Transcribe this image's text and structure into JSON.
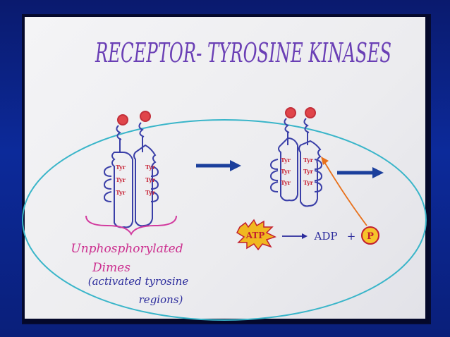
{
  "title": "RECEPTOR- TYROSINE KINASES",
  "tyr_label": "Tyr",
  "dimer_label_line1": "Unphosphorylated",
  "dimer_label_line2": "Dimes",
  "dimer_note_line1": "(activated tyrosine",
  "dimer_note_line2": "regions)",
  "reaction": {
    "atp": "ATP",
    "arrow": "⟶",
    "adp": "ADP",
    "plus": "+",
    "phosphate": "P"
  },
  "colors": {
    "title": "#6a3fb5",
    "receptor": "#3a3fa8",
    "ligand": "#e0454a",
    "tyr": "#c8283a",
    "arrow": "#1b3f9c",
    "membrane": "#39b5c9",
    "bracket": "#d23a9e",
    "magenta_text": "#cc2f8f",
    "note_text": "#2b2b9c",
    "atp_fill": "#f0b820",
    "atp_text": "#c21f2f",
    "orange": "#e8701a"
  }
}
